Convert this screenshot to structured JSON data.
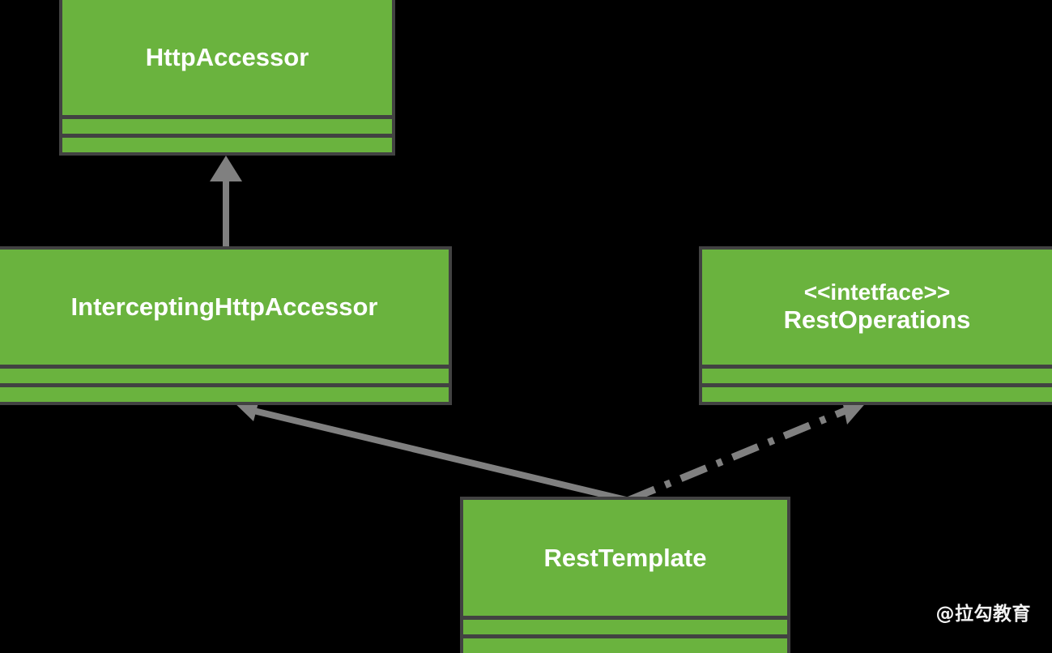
{
  "diagram": {
    "type": "uml-class-diagram",
    "background_color": "#000000",
    "box_fill_color": "#6AB33E",
    "box_border_color": "#424242",
    "text_color": "#FFFFFF",
    "connector_color": "#808080",
    "classes": [
      {
        "id": "http-accessor",
        "name": "HttpAccessor",
        "stereotype": "",
        "compartments": 2
      },
      {
        "id": "intercepting-http-accessor",
        "name": "InterceptingHttpAccessor",
        "stereotype": "",
        "compartments": 2
      },
      {
        "id": "rest-operations",
        "name": "RestOperations",
        "stereotype": "<<intetface>>",
        "compartments": 2
      },
      {
        "id": "rest-template",
        "name": "RestTemplate",
        "stereotype": "",
        "compartments": 2
      }
    ],
    "connectors": [
      {
        "id": "generalization-intercepting-to-httpaccessor",
        "kind": "generalization",
        "style": "solid",
        "from": "intercepting-http-accessor",
        "to": "http-accessor",
        "arrowhead": "filled-triangle"
      },
      {
        "id": "generalization-resttemplate-to-intercepting",
        "kind": "generalization",
        "style": "solid",
        "from": "rest-template",
        "to": "intercepting-http-accessor",
        "arrowhead": "filled-triangle"
      },
      {
        "id": "realization-resttemplate-to-restoperations",
        "kind": "realization",
        "style": "dash-dot",
        "from": "rest-template",
        "to": "rest-operations",
        "arrowhead": "filled-triangle"
      }
    ]
  },
  "watermark": {
    "text": "@拉勾教育"
  }
}
